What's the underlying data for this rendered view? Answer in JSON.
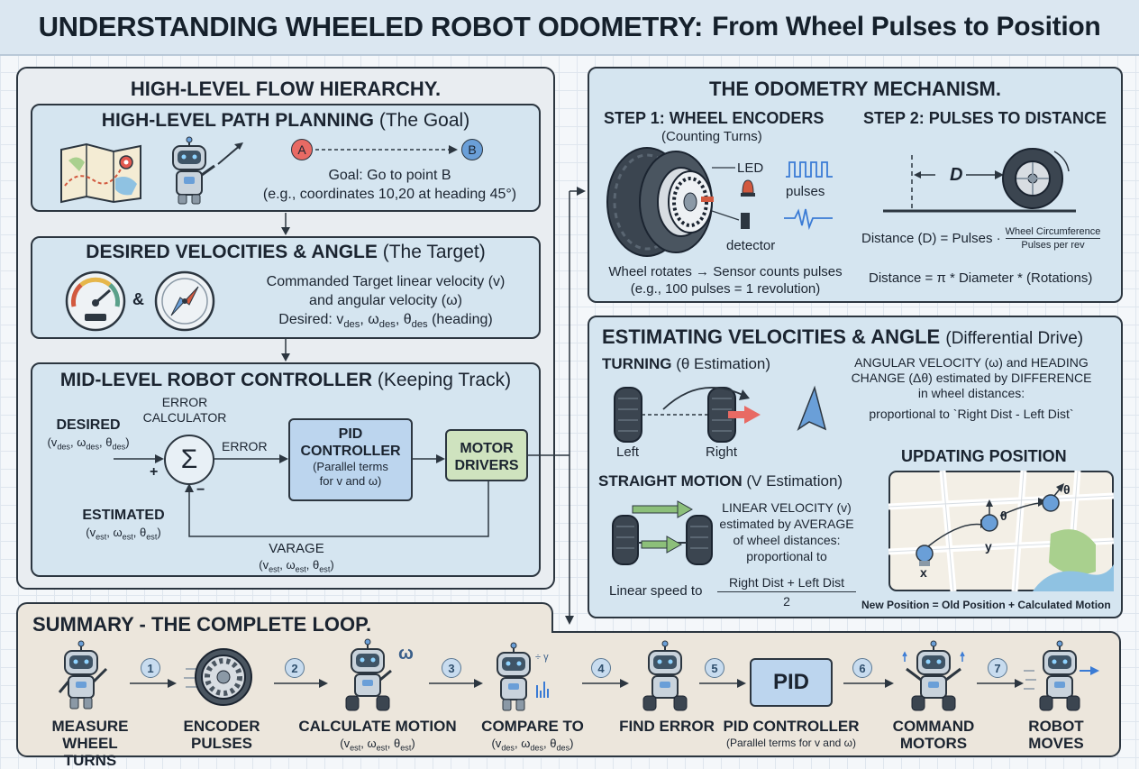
{
  "title": {
    "main": "UNDERSTANDING WHEELED ROBOT ODOMETRY:",
    "sub": "From Wheel Pulses to Position"
  },
  "flow": {
    "title": "HIGH-LEVEL FLOW HIERARCHY.",
    "planning": {
      "title": "HIGH-LEVEL PATH PLANNING",
      "paren": "(The Goal)",
      "point_a": "A",
      "point_b": "B",
      "goal": "Goal: Go to point B",
      "coords": "(e.g., coordinates 10,20 at heading 45°)"
    },
    "desired": {
      "title": "DESIRED VELOCITIES & ANGLE",
      "paren": "(The Target)",
      "amp": "&",
      "line1": "Commanded Target linear velocity (v)",
      "line2": "and angular velocity (ω)",
      "line3": "Desired: v",
      "des": "des",
      "omega": ", ω",
      "theta": ", θ",
      "heading": " (heading)"
    },
    "controller": {
      "title": "MID-LEVEL ROBOT CONTROLLER",
      "paren": "(Keeping Track)",
      "err_calc_1": "ERROR",
      "err_calc_2": "CALCULATOR",
      "desired_label": "DESIRED",
      "desired_vars": "(v",
      "sigma": "Σ",
      "plus": "+",
      "minus": "−",
      "error_label": "ERROR",
      "pid_title_1": "PID",
      "pid_title_2": "CONTROLLER",
      "pid_sub_1": "(Parallel terms",
      "pid_sub_2": "for v and ω)",
      "motor_1": "MOTOR",
      "motor_2": "DRIVERS",
      "estimated_label": "ESTIMATED",
      "varage": "VARAGE",
      "v": "v",
      "w": "ω",
      "th": "θ",
      "des": "des",
      "est": "est"
    }
  },
  "mechanism": {
    "title": "THE ODOMETRY MECHANISM.",
    "step1": "STEP 1: WHEEL ENCODERS",
    "step1_sub": "(Counting Turns)",
    "led": "LED",
    "pulses": "pulses",
    "detector": "detector",
    "step1_note_1": "Wheel rotates → Sensor counts pulses",
    "step1_note_2": "(e.g., 100 pulses = 1 revolution)",
    "step2": "STEP 2: PULSES TO DISTANCE",
    "d": "D",
    "formula_lhs": "Distance (D) = Pulses ·",
    "formula_num": "Wheel Circumference",
    "formula_den": "Pulses per rev",
    "formula_2": "Distance = π * Diameter * (Rotations)"
  },
  "estimating": {
    "title": "ESTIMATING VELOCITIES & ANGLE",
    "paren": "(Differential Drive)",
    "turning": "TURNING",
    "turning_paren": "(θ Estimation)",
    "left": "Left",
    "right": "Right",
    "ang_1": "ANGULAR VELOCITY (ω) and HEADING",
    "ang_2": "CHANGE (Δθ) estimated by DIFFERENCE",
    "ang_3": "in wheel distances:",
    "ang_4": "proportional to `Right Dist - Left Dist`",
    "straight": "STRAIGHT MOTION",
    "straight_paren": "(V Estimation)",
    "lin_1": "LINEAR VELOCITY (v)",
    "lin_2": "estimated by AVERAGE",
    "lin_3": "of wheel distances:",
    "lin_4": "proportional to",
    "linear_speed": "Linear speed to",
    "frac_num": "Right Dist + Left Dist",
    "frac_den": "2",
    "updating": "UPDATING POSITION",
    "map_x": "x",
    "map_y": "y",
    "map_th": "θ",
    "map_th2": "θ",
    "new_pos": "New Position = Old Position + Calculated Motion"
  },
  "summary": {
    "title": "SUMMARY - THE COMPLETE LOOP.",
    "nums": [
      "1",
      "2",
      "3",
      "4",
      "5",
      "6",
      "7"
    ],
    "pid_box": "PID",
    "steps": [
      {
        "l1": "MEASURE",
        "l2": "WHEEL TURNS"
      },
      {
        "l1": "ENCODER",
        "l2": "PULSES"
      },
      {
        "l1": "CALCULATE MOTION",
        "l2": "(v",
        "sub": "est"
      },
      {
        "l1": "COMPARE TO",
        "l2": "(v",
        "sub": "des"
      },
      {
        "l1": "FIND ERROR",
        "l2": ""
      },
      {
        "l1": "PID CONTROLLER",
        "l2": "(Parallel terms for v and ω)"
      },
      {
        "l1": "COMMAND",
        "l2": "MOTORS"
      },
      {
        "l1": "ROBOT",
        "l2": "MOVES"
      }
    ],
    "omega_mark": "ω"
  },
  "colors": {
    "accent_blue": "#d5e5f0",
    "pid_blue": "#bcd5ee",
    "motor_green": "#cfe3bf",
    "summary_bg": "#ece6dc",
    "point_a": "#e86a64",
    "point_b": "#6a9fd8"
  }
}
